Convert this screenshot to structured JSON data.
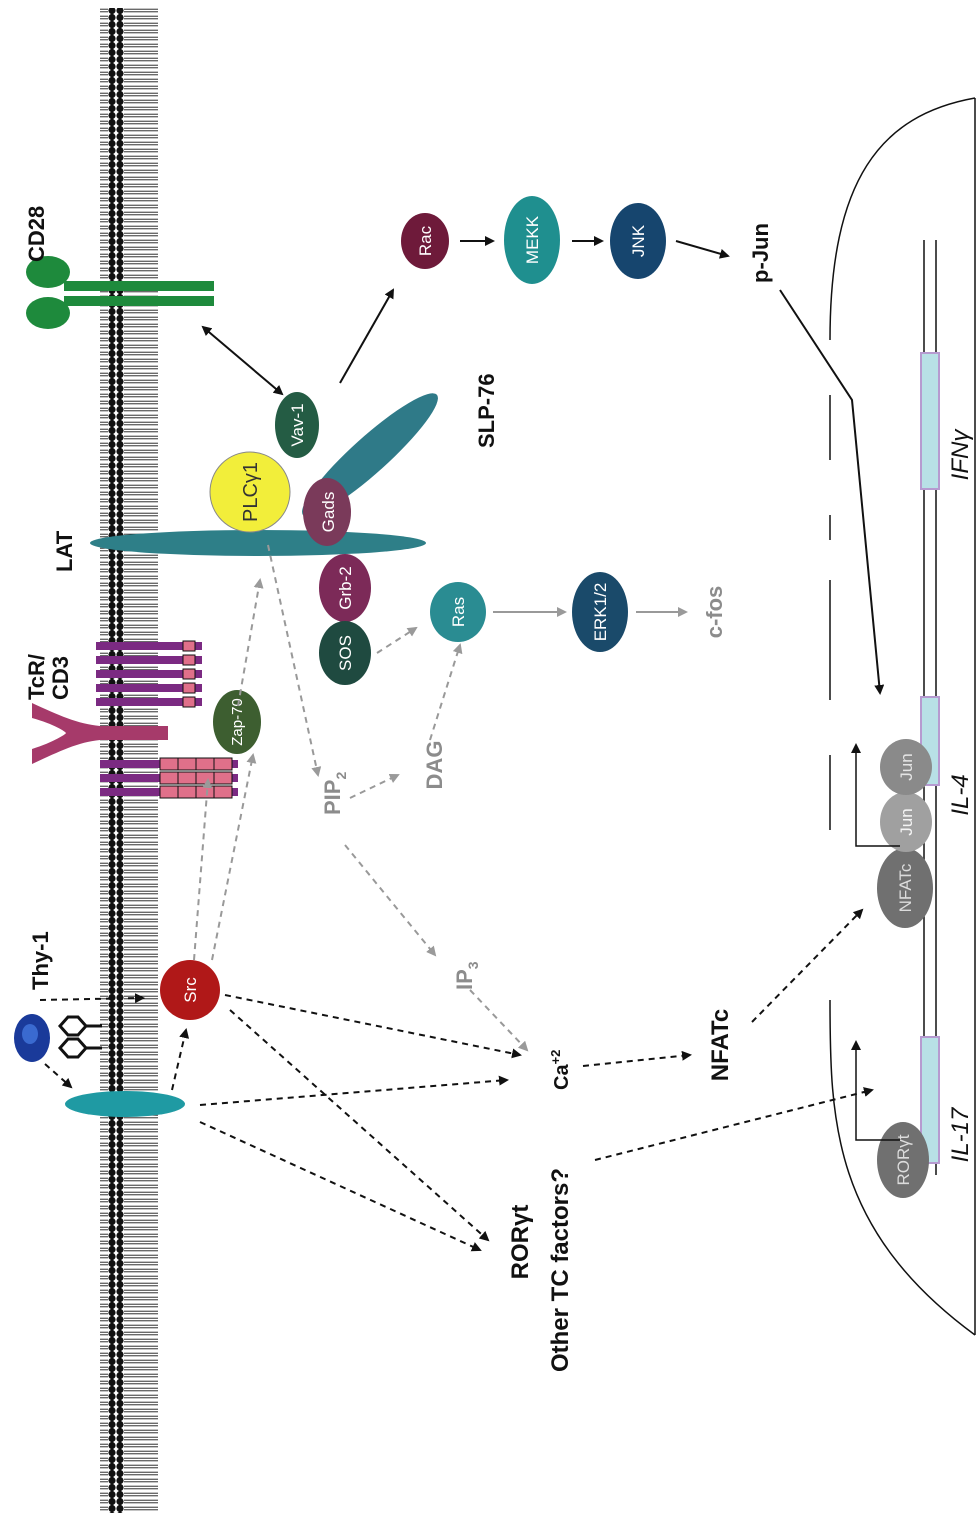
{
  "labels": {
    "cd28": "CD28",
    "tcr": "TcR/",
    "cd3": "CD3",
    "thy1": "Thy-1",
    "lat": "LAT",
    "slp76": "SLP-76",
    "pjun": "p-Jun",
    "cfos": "c-fos",
    "dag": "DAG",
    "pip_main": "PIP",
    "pip_sub": "2",
    "ip_main": "IP",
    "ip_sub": "3",
    "ca_main": "Ca",
    "ca_sup": "+2",
    "nfatc": "NFATc",
    "roryt": "RORγt",
    "other_tc": "Other TC factors?"
  },
  "molecules": {
    "rac": "Rac",
    "mekk": "MEKK",
    "jnk": "JNK",
    "vav1": "Vav-1",
    "plcy1": "PLCγ1",
    "gads": "Gads",
    "grb2": "Grb-2",
    "sos": "SOS",
    "ras": "Ras",
    "erk": "ERK1/2",
    "zap70": "Zap-70",
    "src": "Src",
    "nfatc_tf": "NFATc",
    "jun1": "Jun",
    "jun2": "Jun",
    "roryt_tf": "RORγt"
  },
  "genes": {
    "ifng": "IFNγ",
    "il4": "IL-4",
    "il17": "IL-17"
  },
  "colors": {
    "cd28": "#1e8a3c",
    "tcr_purple": "#7b2a82",
    "tcr_pink": "#e0708a",
    "cd3_pink_cell": "#f06a8a",
    "rac": "#6e1a3a",
    "mekk": "#1f8f8f",
    "jnk": "#16456e",
    "vav": "#245c44",
    "plcy": "#f2ee3a",
    "gads": "#7a3a5a",
    "grb2": "#7c2a58",
    "sos": "#1f4a40",
    "ras": "#2a8c92",
    "erk": "#1a4a6a",
    "zap": "#3d5e30",
    "src": "#b01818",
    "thy1": "#1a3a9a",
    "lat": "#2e7f88",
    "gene_box": "#b8e0e6",
    "gene_border": "#b69ad0",
    "grey_arrow": "#999999",
    "tf_grey": "#707070"
  }
}
